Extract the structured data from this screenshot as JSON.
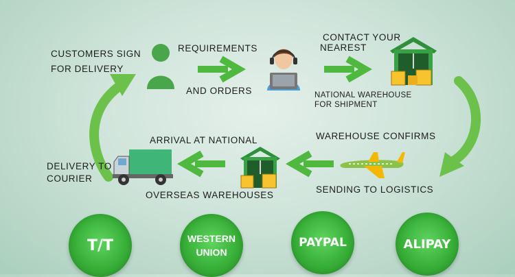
{
  "colors": {
    "accent": "#4fb83f",
    "arrow_curve": "#6cc14a",
    "truck_cargo": "#3fb578",
    "plane_body": "#8bc34a",
    "plane_tail": "#f5b800"
  },
  "steps": {
    "customers_sign": [
      "CUSTOMERS SIGN",
      "FOR DELIVERY"
    ],
    "requirements": "REQUIREMENTS",
    "and_orders": "AND ORDERS",
    "contact": [
      "CONTACT YOUR",
      "NEAREST"
    ],
    "national_warehouse": [
      "NATIONAL WAREHOUSE",
      "FOR SHIPMENT"
    ],
    "warehouse_confirms": "WAREHOUSE CONFIRMS",
    "sending_to_logistics": "SENDING TO LOGISTICS",
    "arrival": "ARRIVAL AT NATIONAL",
    "overseas": "OVERSEAS WAREHOUSES",
    "delivery": [
      "DELIVERY TO",
      "COURIER"
    ]
  },
  "payments": [
    "T/T",
    [
      "WESTERN",
      "UNION"
    ],
    "PAYPAL",
    "ALIPAY"
  ],
  "icons": [
    "user-icon",
    "support-agent-icon",
    "warehouse-icon",
    "airplane-icon",
    "truck-icon",
    "arrow-right-icon",
    "arrow-left-icon"
  ]
}
